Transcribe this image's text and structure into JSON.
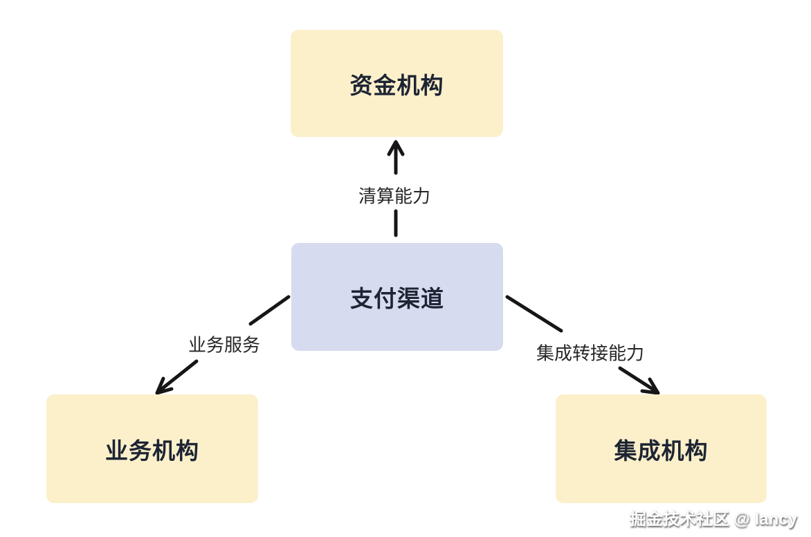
{
  "diagram": {
    "nodes": {
      "funding": {
        "label": "资金机构",
        "fill": "#FCF0CB"
      },
      "payment": {
        "label": "支付渠道",
        "fill": "#D7DBEF"
      },
      "business": {
        "label": "业务机构",
        "fill": "#FCF0CB"
      },
      "integration": {
        "label": "集成机构",
        "fill": "#FCF0CB"
      }
    },
    "edges": {
      "clearing": {
        "label": "清算能力",
        "from": "支付渠道",
        "to": "资金机构",
        "direction": "up"
      },
      "business_service": {
        "label": "业务服务",
        "from": "支付渠道",
        "to": "业务机构",
        "direction": "down-left"
      },
      "integration_switch": {
        "label": "集成转接能力",
        "from": "支付渠道",
        "to": "集成机构",
        "direction": "down-right"
      }
    },
    "colors": {
      "background": "#FFFFFF",
      "node_yellow": "#FCF0CB",
      "node_lavender": "#D7DBEF",
      "node_text": "#1D2433",
      "edge_text": "#262626",
      "arrow": "#161616"
    }
  },
  "watermark": {
    "text": "掘金技术社区 @ lancy"
  }
}
